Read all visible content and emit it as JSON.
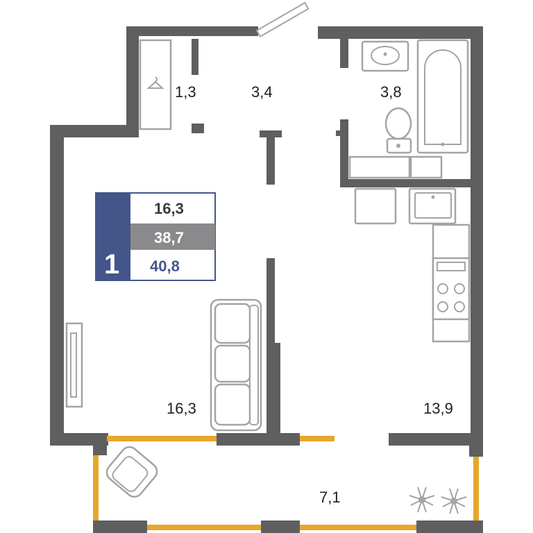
{
  "rooms": {
    "wardrobe": "1,3",
    "hallway": "3,4",
    "bathroom": "3,8",
    "living_room": "16,3",
    "kitchen": "13,9",
    "balcony": "7,1"
  },
  "legend": {
    "room_count": "1",
    "living_area": "16,3",
    "total_area": "38,7",
    "total_with_balcony": "40,8"
  },
  "colors": {
    "wall": "#5f5f61",
    "balcony_rail": "#e6a72a",
    "legend_accent": "#44558a",
    "legend_grey": "#8a8a8c",
    "fixture_stroke": "#a4a4a6"
  },
  "icons": [
    "hanger-icon",
    "sink-icon",
    "toilet-icon",
    "bathtub-icon",
    "stove-icon",
    "sofa-icon",
    "armchair-icon",
    "plant-icon",
    "tv-icon",
    "door-icon"
  ]
}
